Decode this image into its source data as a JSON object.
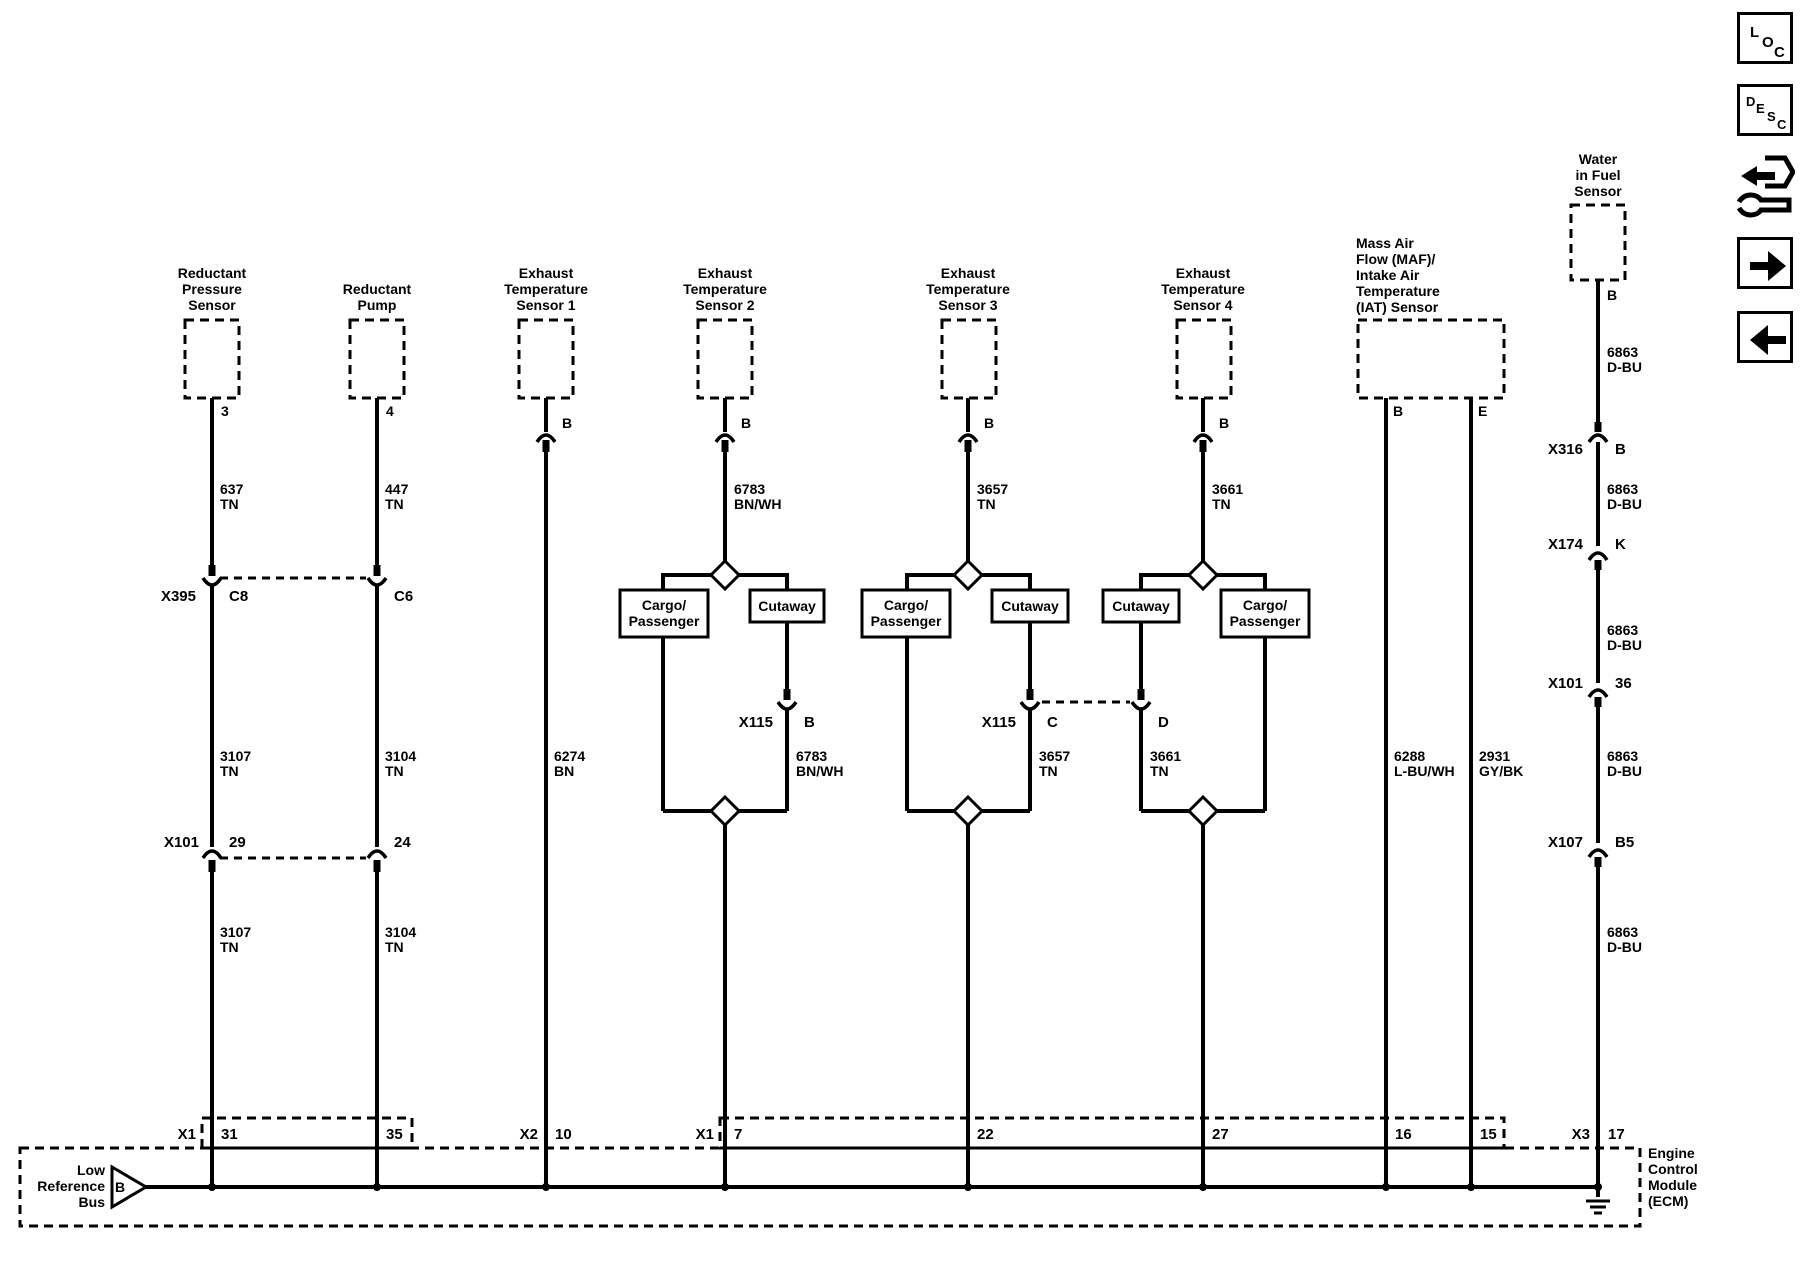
{
  "components": {
    "reductant_pressure_sensor": [
      "Reductant",
      "Pressure",
      "Sensor"
    ],
    "reductant_pump": [
      "Reductant",
      "Pump"
    ],
    "exhaust_temp_sensor_1": [
      "Exhaust",
      "Temperature",
      "Sensor 1"
    ],
    "exhaust_temp_sensor_2": [
      "Exhaust",
      "Temperature",
      "Sensor 2"
    ],
    "exhaust_temp_sensor_3": [
      "Exhaust",
      "Temperature",
      "Sensor 3"
    ],
    "exhaust_temp_sensor_4": [
      "Exhaust",
      "Temperature",
      "Sensor 4"
    ],
    "maf_iat_sensor": [
      "Mass Air",
      "Flow (MAF)/",
      "Intake Air",
      "Temperature",
      "(IAT) Sensor"
    ],
    "water_in_fuel_sensor": [
      "Water",
      "in Fuel",
      "Sensor"
    ],
    "ecm": [
      "Engine",
      "Control",
      "Module",
      "(ECM)"
    ],
    "low_reference_bus": [
      "Low",
      "Reference",
      "Bus"
    ]
  },
  "options": {
    "cargo_passenger": [
      "Cargo/",
      "Passenger"
    ],
    "cutaway": "Cutaway"
  },
  "pins": {
    "reductant_pressure_sensor": "3",
    "reductant_pump": "4",
    "exhaust_temp_sensor_1": "B",
    "exhaust_temp_sensor_2": "B",
    "exhaust_temp_sensor_3": "B",
    "exhaust_temp_sensor_4": "B",
    "maf_b": "B",
    "maf_e": "E",
    "water_in_fuel": "B",
    "ground_bus": "B"
  },
  "wires": {
    "w637": [
      "637",
      "TN"
    ],
    "w447": [
      "447",
      "TN"
    ],
    "w3107_a": [
      "3107",
      "TN"
    ],
    "w3104_a": [
      "3104",
      "TN"
    ],
    "w3107_b": [
      "3107",
      "TN"
    ],
    "w3104_b": [
      "3104",
      "TN"
    ],
    "w6274": [
      "6274",
      "BN"
    ],
    "w6783_a": [
      "6783",
      "BN/WH"
    ],
    "w6783_b": [
      "6783",
      "BN/WH"
    ],
    "w3657_a": [
      "3657",
      "TN"
    ],
    "w3657_b": [
      "3657",
      "TN"
    ],
    "w3661_a": [
      "3661",
      "TN"
    ],
    "w3661_b": [
      "3661",
      "TN"
    ],
    "w6288": [
      "6288",
      "L-BU/WH"
    ],
    "w2931": [
      "2931",
      "GY/BK"
    ],
    "w6863_a": [
      "6863",
      "D-BU"
    ],
    "w6863_b": [
      "6863",
      "D-BU"
    ],
    "w6863_c": [
      "6863",
      "D-BU"
    ],
    "w6863_d": [
      "6863",
      "D-BU"
    ],
    "w6863_e": [
      "6863",
      "D-BU"
    ]
  },
  "connectors": {
    "x395": {
      "name": "X395",
      "pin_a": "C8",
      "pin_b": "C6"
    },
    "x101_a": {
      "name": "X101",
      "pin_a": "29",
      "pin_b": "24"
    },
    "x115_b": {
      "name": "X115",
      "pin": "B"
    },
    "x115_c": {
      "name": "X115",
      "pin": "C"
    },
    "x115_d": {
      "pin": "D"
    },
    "x316": {
      "name": "X316",
      "pin": "B"
    },
    "x174": {
      "name": "X174",
      "pin": "K"
    },
    "x101_b": {
      "name": "X101",
      "pin": "36"
    },
    "x107": {
      "name": "X107",
      "pin": "B5"
    }
  },
  "ecm_connectors": {
    "x1_a": {
      "name": "X1",
      "pin_31": "31",
      "pin_35": "35"
    },
    "x2": {
      "name": "X2",
      "pin": "10"
    },
    "x1_b": {
      "name": "X1",
      "pin_7": "7",
      "pin_22": "22",
      "pin_27": "27",
      "pin_16": "16",
      "pin_15": "15"
    },
    "x3": {
      "name": "X3",
      "pin": "17"
    }
  },
  "nav": {
    "loc": [
      "L",
      "O",
      "C"
    ],
    "desc": [
      "D",
      "E",
      "S",
      "C"
    ],
    "icons": [
      "loc-icon",
      "desc-icon",
      "connector-tool-icon",
      "arrow-right-icon",
      "arrow-left-icon"
    ]
  }
}
